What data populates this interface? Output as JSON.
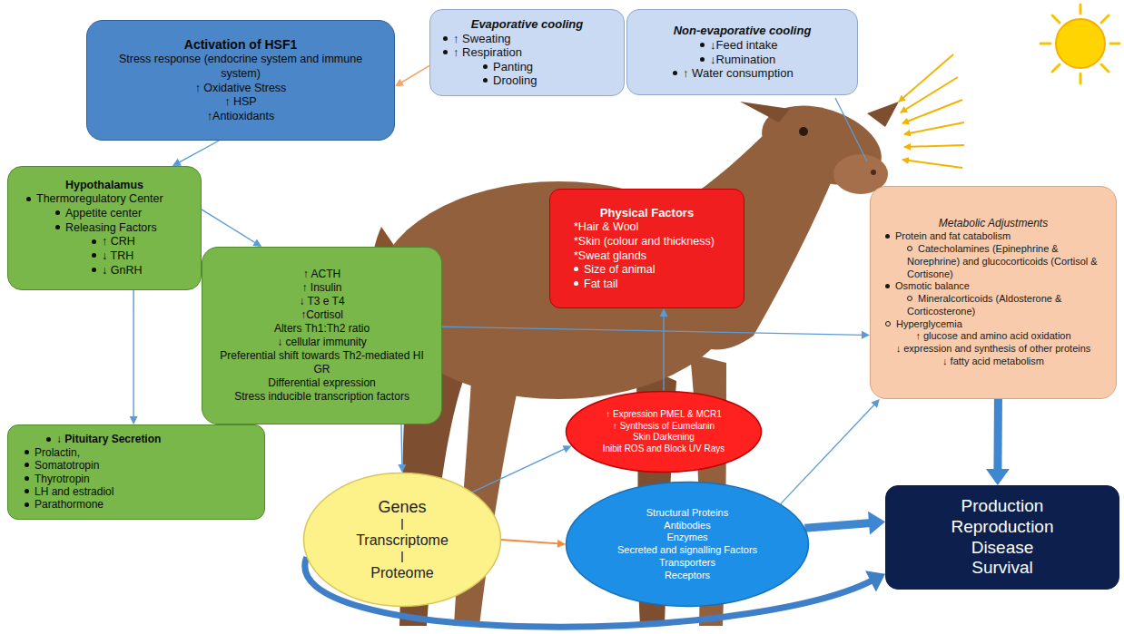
{
  "diagram": {
    "nodes": [
      {
        "text": [
          "Activation of HSF1",
          "Stress response (endocrine system and immune system)",
          "↑ Oxidative Stress",
          "↑ HSP",
          "↑Antioxidants"
        ]
      },
      {
        "text": [
          "Evaporative cooling",
          "↑ Sweating",
          "↑ Respiration",
          "Panting",
          "Drooling"
        ]
      },
      {
        "text": [
          "Non-evaporative cooling",
          "↓Feed intake",
          "↓Rumination",
          "↑ Water consumption"
        ]
      },
      {
        "text": [
          "Hypothalamus",
          "Thermoregulatory Center",
          "Appetite center",
          "Releasing Factors",
          "↑ CRH",
          "↓ TRH",
          "↓ GnRH"
        ]
      },
      {
        "text": [
          "↑ ACTH",
          "↑ Insulin",
          "↓ T3 e T4",
          "↑Cortisol",
          "Alters Th1:Th2 ratio",
          "↓ cellular immunity",
          "Preferential shift towards Th2-mediated HI",
          "GR",
          "Differential expression",
          "Stress inducible transcription factors"
        ]
      },
      {
        "text": [
          "Physical Factors",
          "*Hair & Wool",
          "*Skin (colour and thickness)",
          "*Sweat glands",
          "Size of animal",
          "Fat tail"
        ]
      },
      {
        "text": [
          "Metabolic Adjustments",
          "Protein and fat catabolism",
          "Catecholamines (Epinephrine & Norephrine) and glucocorticoids (Cortisol & Cortisone)",
          "Osmotic balance",
          "Mineralcorticoids (Aldosterone & Corticosterone)",
          "Hyperglycemia",
          "↑ glucose and amino acid oxidation",
          "↓ expression and synthesis of other proteins",
          "↓ fatty acid metabolism"
        ]
      },
      {
        "text": [
          "↓ Pituitary Secretion",
          "Prolactin,",
          "Somatotropin",
          "Thyrotropin",
          "LH and estradiol",
          "Parathormone"
        ]
      },
      {
        "text": [
          "↑ Expression PMEL & MCR1",
          "↑ Synthesis of Eumelanin",
          "Skin Darkening",
          "Inibit ROS and Block UV Rays"
        ]
      },
      {
        "text": [
          "Genes",
          "Transcriptome",
          "Proteome"
        ]
      },
      {
        "text": [
          "Structural Proteins",
          "Antibodies",
          "Enzymes",
          "Secreted and signalling Factors",
          "Transporters",
          "Receptors"
        ]
      },
      {
        "text": [
          "Production",
          "Reproduction",
          "Disease",
          "Survival"
        ]
      }
    ],
    "edges": [
      {
        "from": 1,
        "to": 0,
        "arrow": "to"
      },
      {
        "from": 0,
        "to": 3,
        "arrow": "to"
      },
      {
        "from": 3,
        "to": 4,
        "arrow": "to"
      },
      {
        "from": 3,
        "to": 7,
        "arrow": "to"
      },
      {
        "from": 4,
        "to": 6,
        "arrow": "to"
      },
      {
        "from": 4,
        "to": 9,
        "arrow": "to"
      },
      {
        "from": 9,
        "to": 8,
        "arrow": "to"
      },
      {
        "from": 8,
        "to": 5,
        "arrow": "to"
      },
      {
        "from": 9,
        "to": 10,
        "arrow": "to"
      },
      {
        "from": 10,
        "to": 6,
        "arrow": "to"
      },
      {
        "from": 10,
        "to": 11,
        "arrow": "to"
      },
      {
        "from": 6,
        "to": 11,
        "arrow": "to"
      },
      {
        "from": 9,
        "to": 11,
        "arrow": "to"
      }
    ]
  }
}
